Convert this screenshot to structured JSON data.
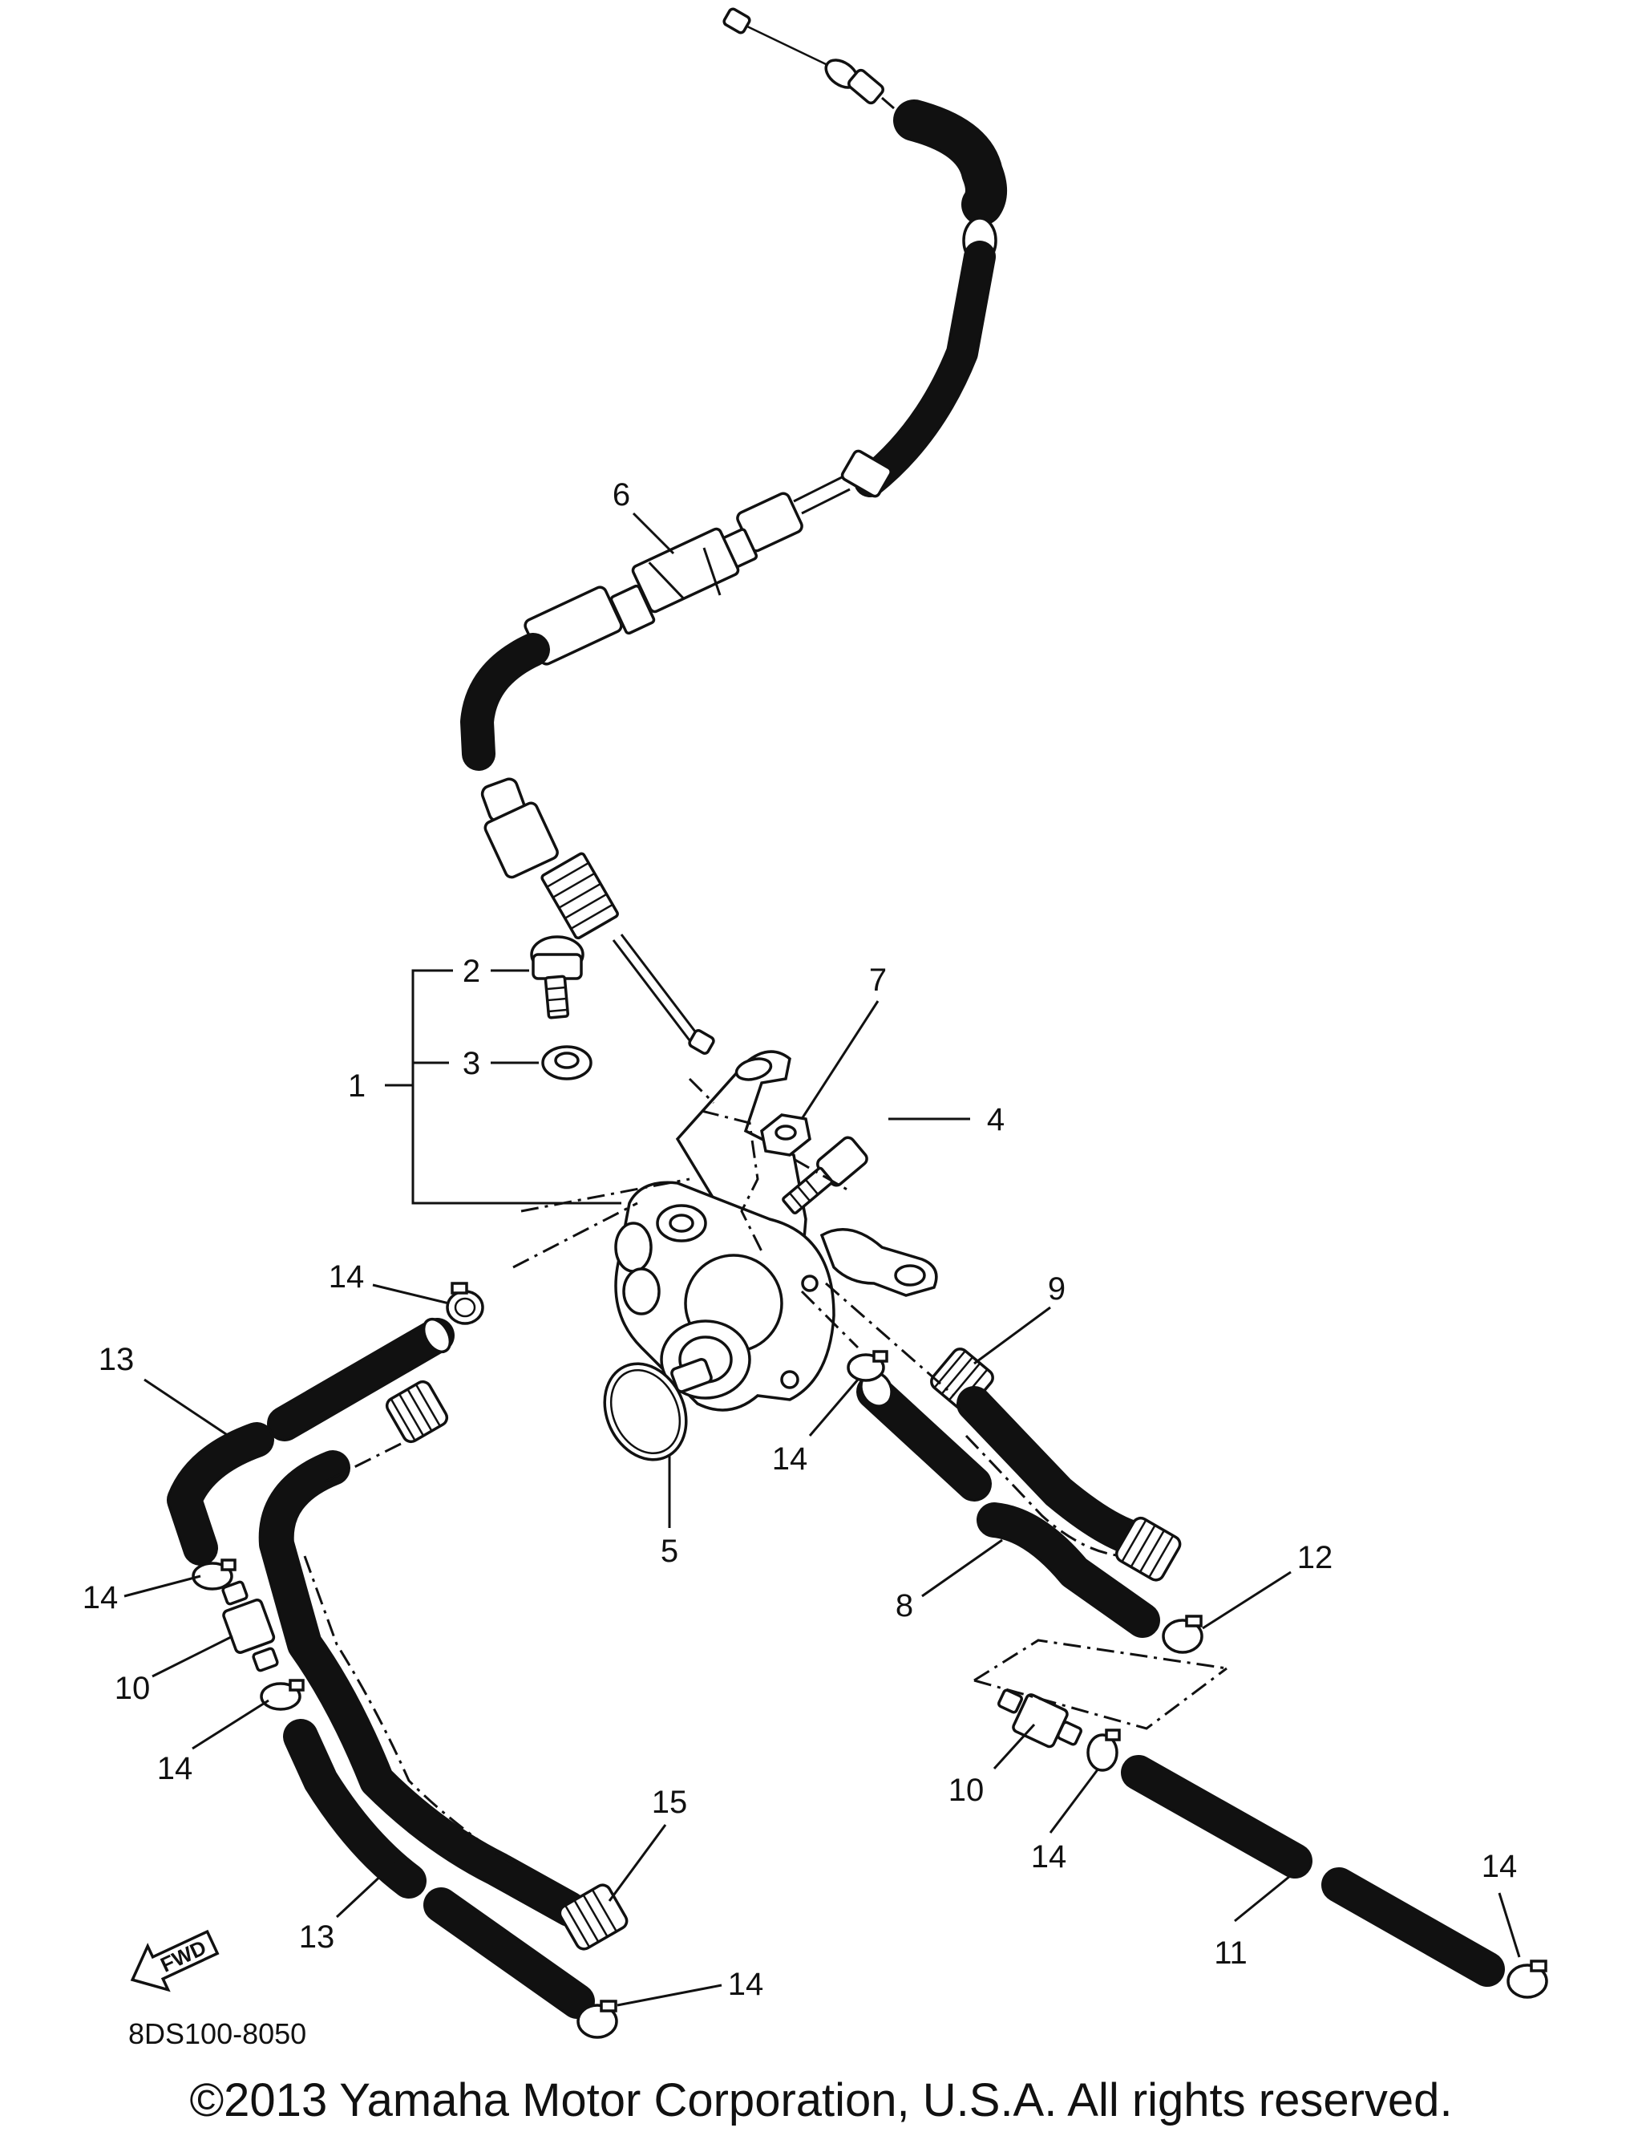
{
  "diagram": {
    "callouts": [
      {
        "id": "1",
        "label": "1"
      },
      {
        "id": "2",
        "label": "2"
      },
      {
        "id": "3",
        "label": "3"
      },
      {
        "id": "4",
        "label": "4"
      },
      {
        "id": "5",
        "label": "5"
      },
      {
        "id": "6",
        "label": "6"
      },
      {
        "id": "7",
        "label": "7"
      },
      {
        "id": "8",
        "label": "8"
      },
      {
        "id": "9",
        "label": "9"
      },
      {
        "id": "10a",
        "label": "10"
      },
      {
        "id": "10b",
        "label": "10"
      },
      {
        "id": "11",
        "label": "11"
      },
      {
        "id": "12",
        "label": "12"
      },
      {
        "id": "13a",
        "label": "13"
      },
      {
        "id": "13b",
        "label": "13"
      },
      {
        "id": "14a",
        "label": "14"
      },
      {
        "id": "14b",
        "label": "14"
      },
      {
        "id": "14c",
        "label": "14"
      },
      {
        "id": "14d",
        "label": "14"
      },
      {
        "id": "14e",
        "label": "14"
      },
      {
        "id": "14f",
        "label": "14"
      },
      {
        "id": "14g",
        "label": "14"
      },
      {
        "id": "15",
        "label": "15"
      }
    ],
    "fwd_label": "FWD",
    "diagram_code": "8DS100-8050"
  },
  "footer": {
    "copyright": "©2013 Yamaha Motor Corporation, U.S.A. All rights reserved."
  }
}
